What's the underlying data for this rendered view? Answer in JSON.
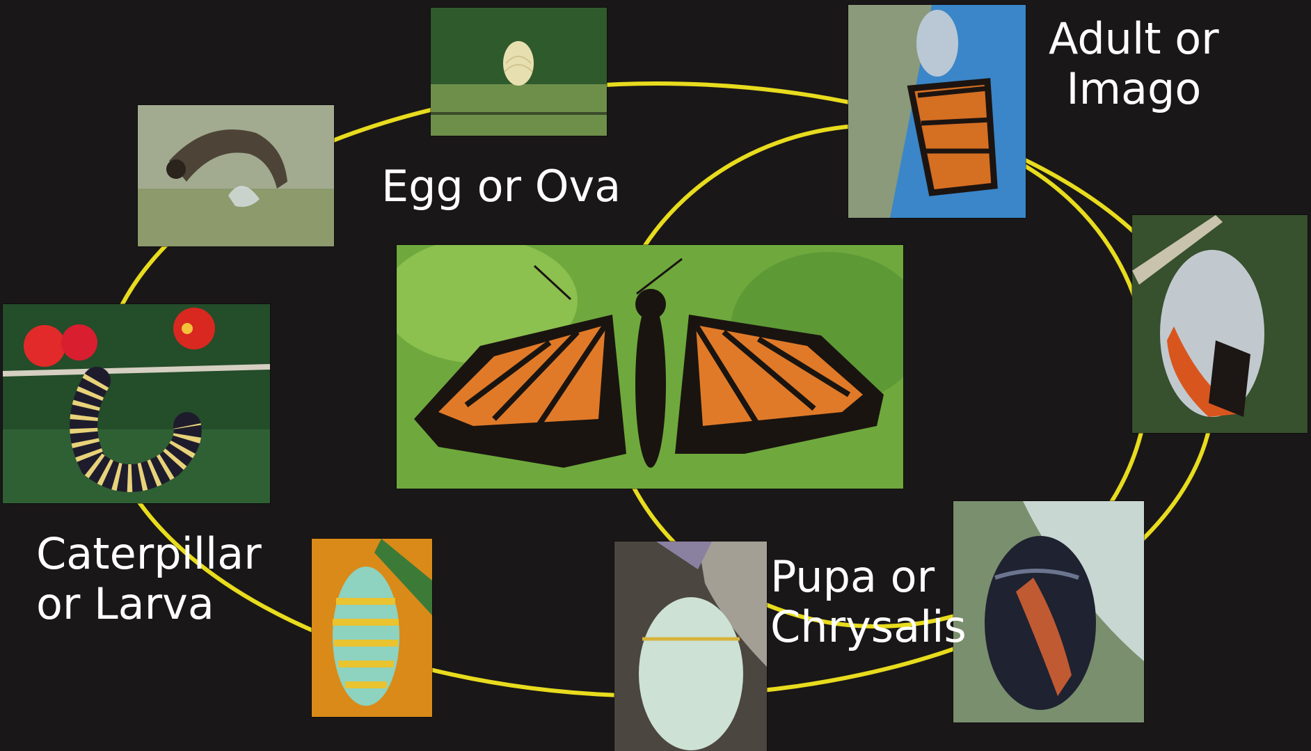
{
  "labels": {
    "egg": "Egg or Ova",
    "adult_line1": "Adult or",
    "adult_line2": "Imago",
    "caterpillar_line1": "Caterpillar",
    "caterpillar_line2": "or Larva",
    "pupa_line1": "Pupa or",
    "pupa_line2": "Chrysalis"
  },
  "colors": {
    "background": "#1a1718",
    "cycle_ring": "#e8dc1e",
    "label_text": "#ffffff",
    "monarch_orange": "#e07a28"
  }
}
